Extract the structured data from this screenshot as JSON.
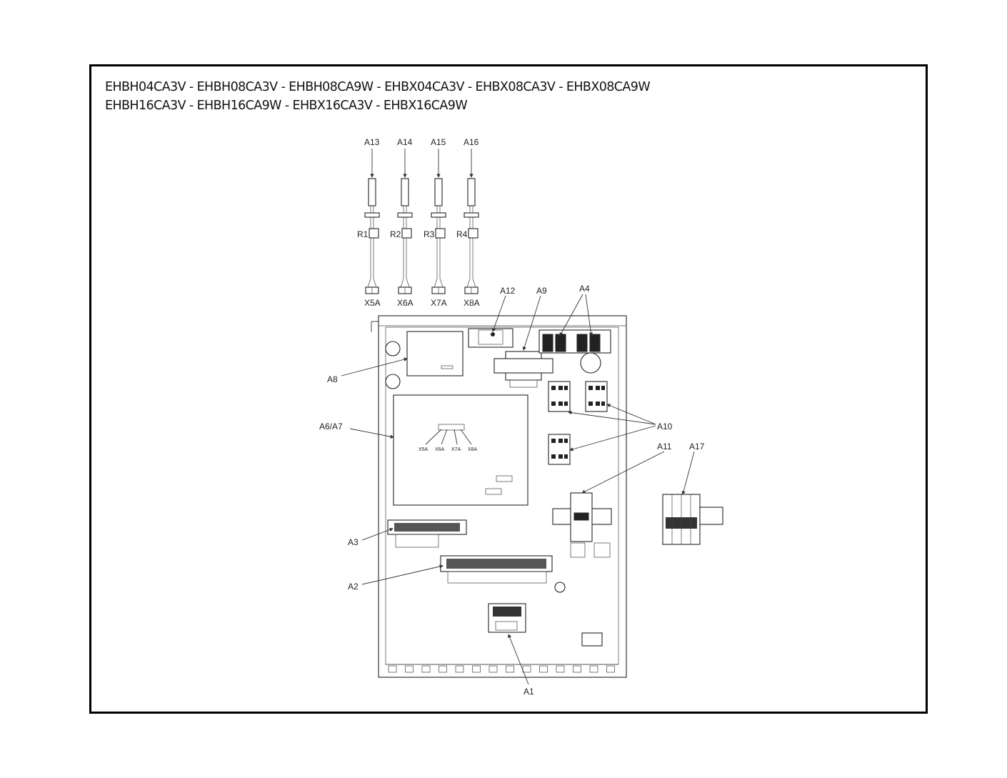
{
  "title": {
    "line1": "EHBH04CA3V - EHBH08CA3V - EHBH08CA9W - EHBX04CA3V - EHBX08CA3V - EHBX08CA9W",
    "line2": "EHBH16CA3V - EHBH16CA9W - EHBX16CA3V - EHBX16CA9W"
  },
  "sensors": [
    {
      "part": "A13",
      "resistor": "R1",
      "connector": "X5A"
    },
    {
      "part": "A14",
      "resistor": "R2",
      "connector": "X6A"
    },
    {
      "part": "A15",
      "resistor": "R3",
      "connector": "X7A"
    },
    {
      "part": "A16",
      "resistor": "R4",
      "connector": "X8A"
    }
  ],
  "pcb_connectors": [
    "X5A",
    "X6A",
    "X7A",
    "X8A"
  ],
  "callouts": {
    "a1": "A1",
    "a2": "A2",
    "a3": "A3",
    "a4": "A4",
    "a6a7": "A6/A7",
    "a8": "A8",
    "a9": "A9",
    "a10": "A10",
    "a11": "A11",
    "a12": "A12",
    "a17": "A17"
  }
}
